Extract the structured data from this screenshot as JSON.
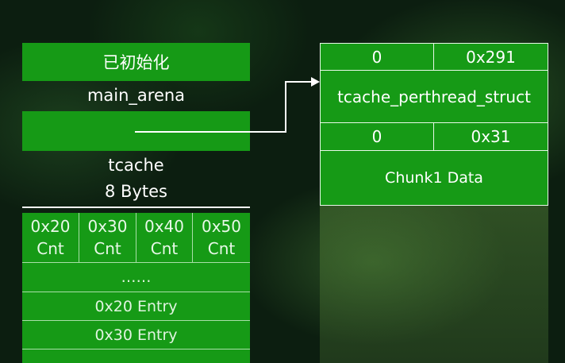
{
  "left": {
    "init_label": "已初始化",
    "main_arena_label": "main_arena",
    "tcache_label": "tcache",
    "tcache_size": "8 Bytes"
  },
  "tcache_table": {
    "counts": [
      {
        "size": "0x20",
        "label": "Cnt"
      },
      {
        "size": "0x30",
        "label": "Cnt"
      },
      {
        "size": "0x40",
        "label": "Cnt"
      },
      {
        "size": "0x50",
        "label": "Cnt"
      }
    ],
    "ellipsis": "……",
    "entries": [
      "0x20 Entry",
      "0x30 Entry"
    ]
  },
  "chunk": {
    "header1": {
      "prev_size": "0",
      "size": "0x291"
    },
    "struct_label": "tcache_perthread_struct",
    "header2": {
      "prev_size": "0",
      "size": "0x31"
    },
    "data_label": "Chunk1 Data"
  },
  "colors": {
    "box_green": "#169a16",
    "line": "#ffffff",
    "background": "#0c1e10"
  }
}
